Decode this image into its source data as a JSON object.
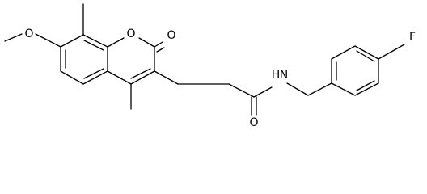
{
  "molecule": {
    "name": "",
    "line_color": "#000000",
    "background": "#ffffff",
    "atom_labels": {
      "methoxy_oxygen": "O",
      "ring_oxygen": "O",
      "carbonyl_oxygen_lactone": "O",
      "amide_nitrogen": "H",
      "amide_nitrogen_N": "N",
      "carbonyl_oxygen_amide": "O",
      "fluorine": "F"
    }
  }
}
